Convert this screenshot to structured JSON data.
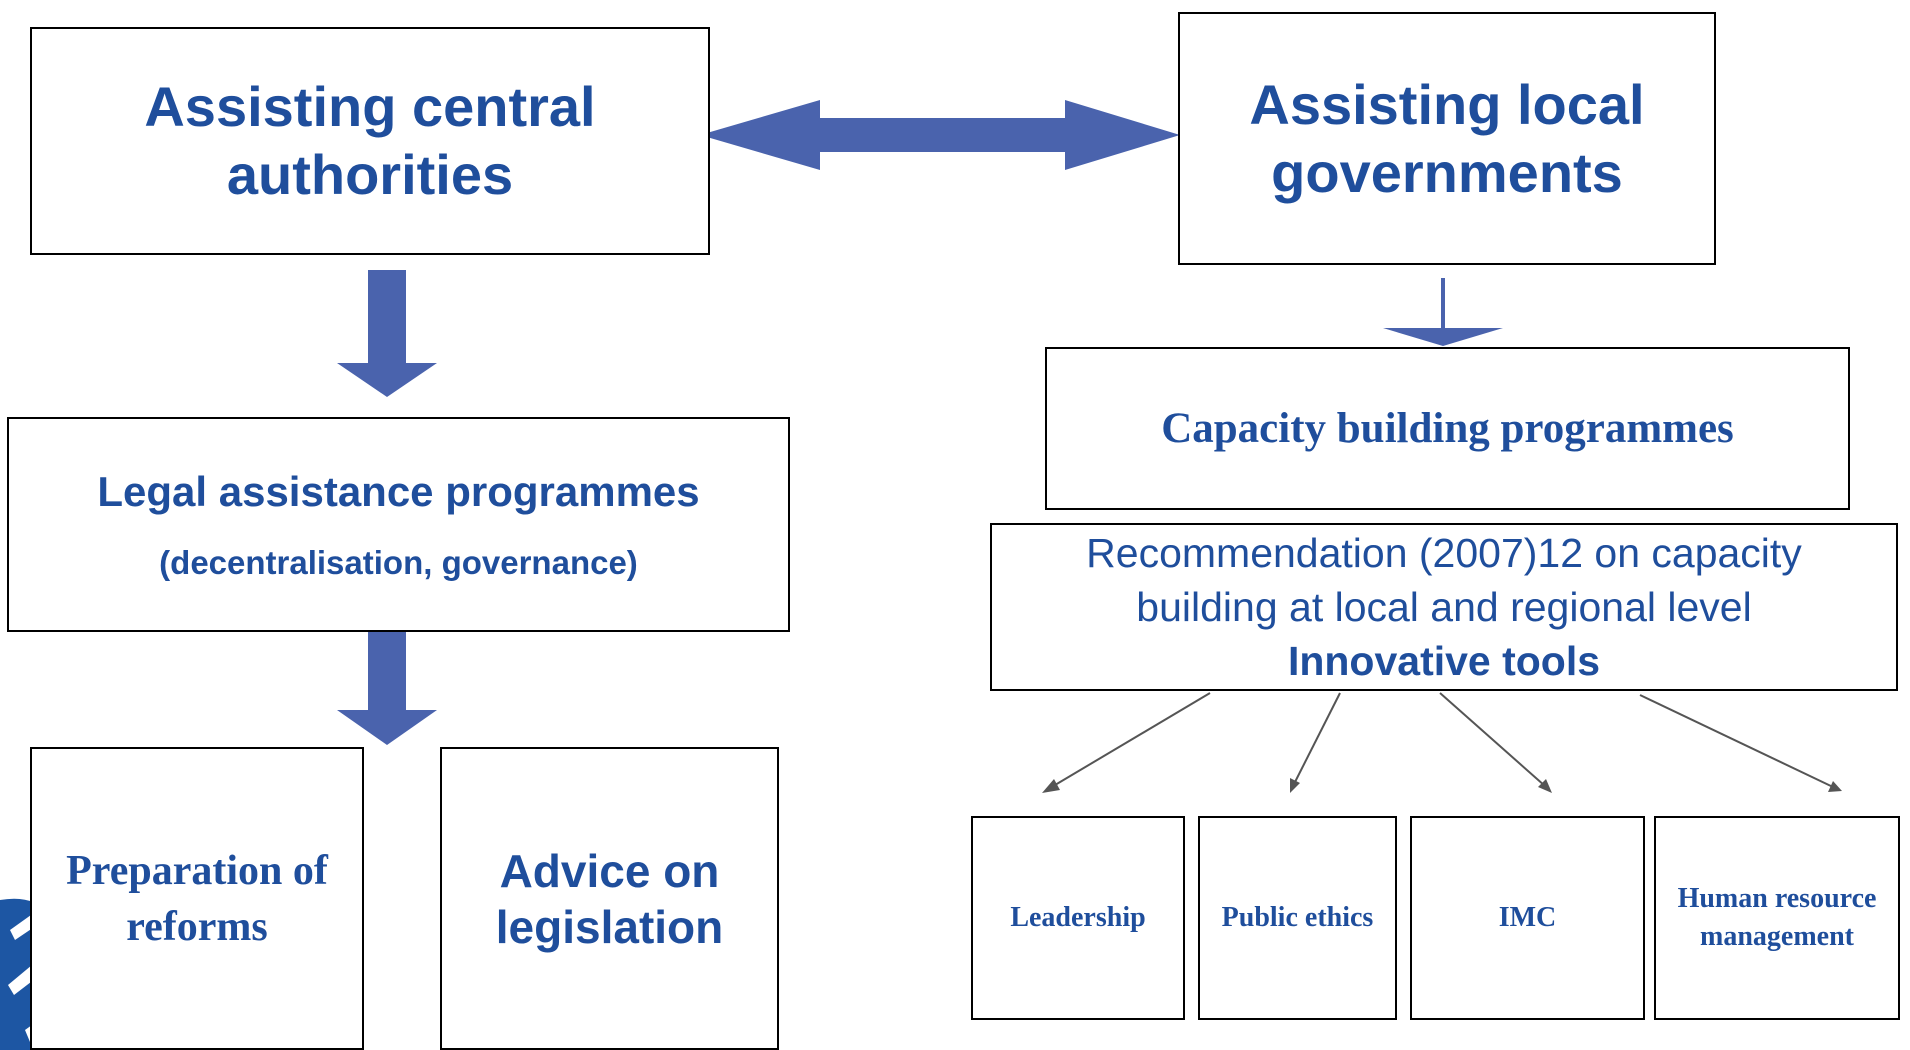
{
  "boxes": {
    "central": {
      "line1": "Assisting central",
      "line2": "authorities"
    },
    "local": {
      "line1": "Assisting local",
      "line2": "governments"
    },
    "legal": {
      "title": "Legal assistance programmes",
      "subtitle": "(decentralisation, governance)"
    },
    "capacity": {
      "title": "Capacity building programmes"
    },
    "recommendation": {
      "line1": "Recommendation (2007)12 on capacity",
      "line2": "building at local and regional level",
      "line3": "Innovative tools"
    },
    "preparation": {
      "line1": "Preparation of",
      "line2": "reforms"
    },
    "advice": {
      "line1": "Advice on",
      "line2": "legislation"
    },
    "tools": [
      {
        "label": "Leadership"
      },
      {
        "label": "Public ethics"
      },
      {
        "label": "IMC"
      },
      {
        "label": "Human resource",
        "label2": "management"
      }
    ]
  },
  "colors": {
    "arrow": "#4a63ad",
    "text": "#1f4e9c",
    "thin_arrow": "#555555",
    "logo": "#1d56a3"
  }
}
